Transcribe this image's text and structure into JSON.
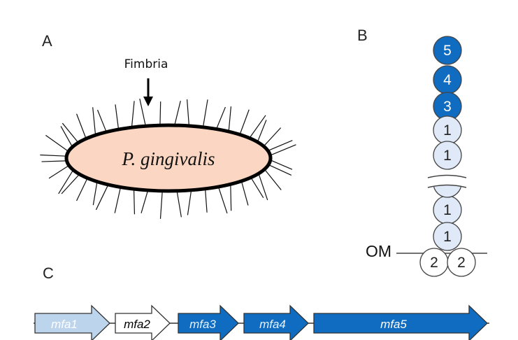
{
  "panel_labels": {
    "a": "A",
    "b": "B",
    "c": "C"
  },
  "panel_a": {
    "fimbria_label": "Fimbria",
    "cell_label": "P. gingivalis",
    "cell_fill": "#fbd7c3"
  },
  "panel_b": {
    "om_label": "OM",
    "colors": {
      "dark": "#0f6cc0",
      "light": "#dfe9f7",
      "white": "#ffffff"
    },
    "stalk": [
      {
        "label": "5",
        "style": "dark"
      },
      {
        "label": "4",
        "style": "dark"
      },
      {
        "label": "3",
        "style": "dark"
      },
      {
        "label": "1",
        "style": "light"
      },
      {
        "label": "1",
        "style": "light"
      }
    ],
    "lower_stalk": [
      {
        "label": "1",
        "style": "light"
      },
      {
        "label": "1",
        "style": "light"
      }
    ],
    "anchors": [
      {
        "label": "2",
        "style": "white"
      },
      {
        "label": "2",
        "style": "white"
      }
    ]
  },
  "panel_c": {
    "genes": [
      {
        "label": "mfa1",
        "fill": "#bcd4ec",
        "text_color": "#ffffff"
      },
      {
        "label": "mfa2",
        "fill": "#ffffff",
        "text_color": "#000000"
      },
      {
        "label": "mfa3",
        "fill": "#0f6cc0",
        "text_color": "#e6f0fb"
      },
      {
        "label": "mfa4",
        "fill": "#0f6cc0",
        "text_color": "#e6f0fb"
      },
      {
        "label": "mfa5",
        "fill": "#0f6cc0",
        "text_color": "#ffffff"
      }
    ]
  }
}
